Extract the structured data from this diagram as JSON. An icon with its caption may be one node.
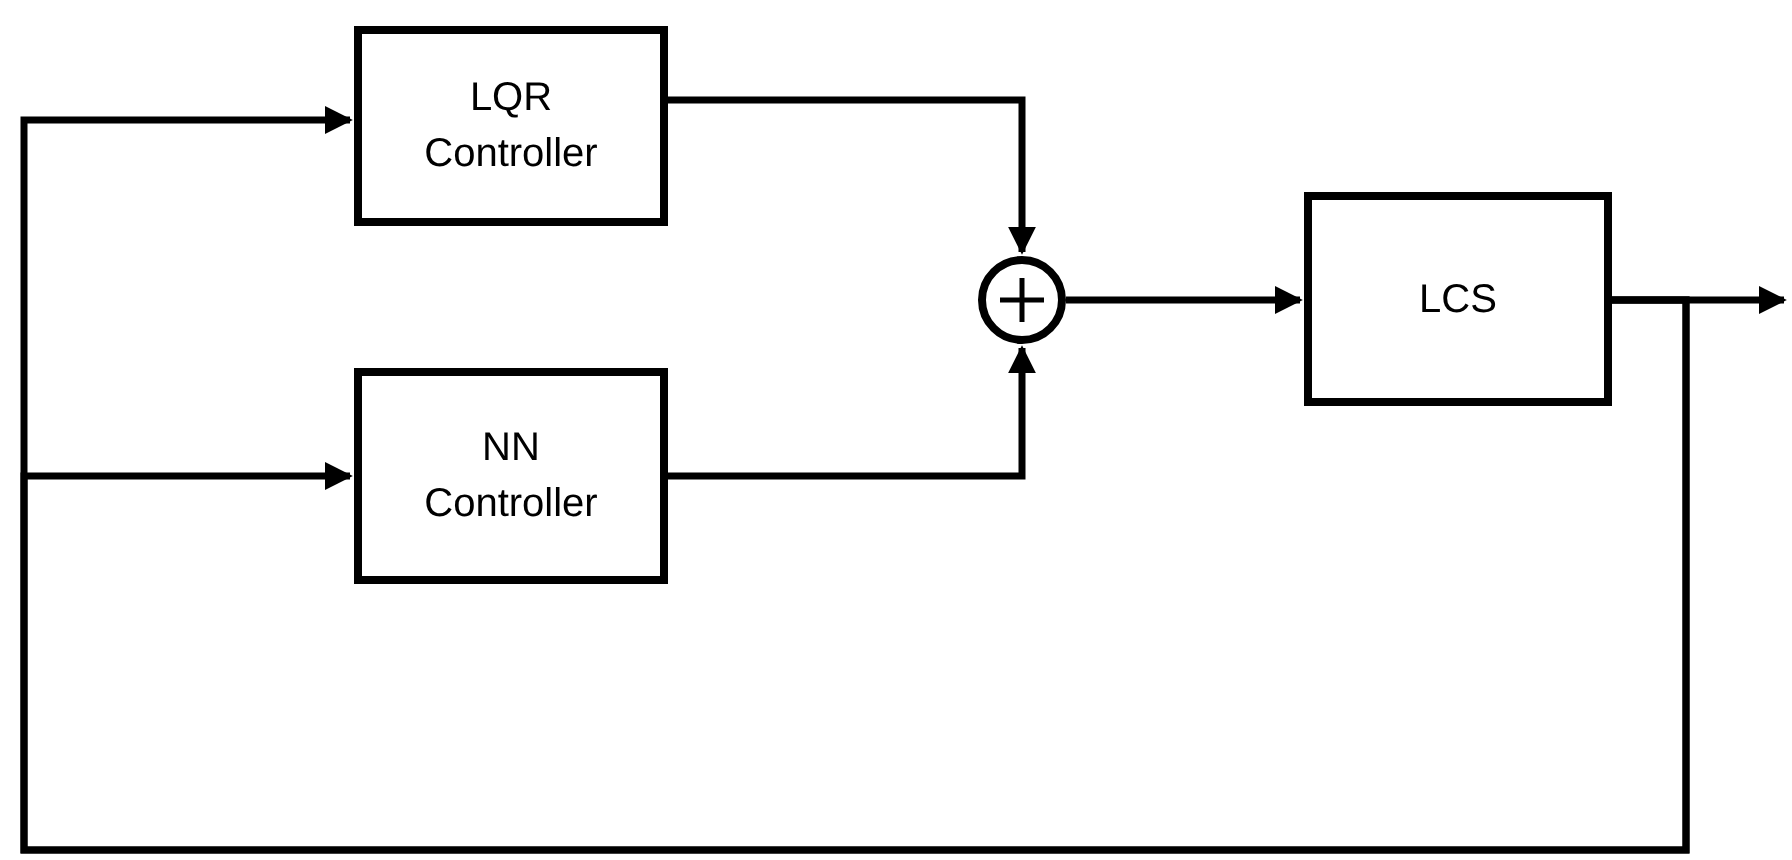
{
  "diagram": {
    "nodes": [
      {
        "text": [
          "LQR Controller"
        ]
      },
      {
        "text": [
          "NN Controller"
        ]
      },
      {
        "text": [],
        "shape": "circle"
      },
      {
        "text": [
          "LCS"
        ]
      }
    ],
    "edges": [
      {
        "from": 0,
        "to": 2,
        "arrow": "to"
      },
      {
        "from": 1,
        "to": 2,
        "arrow": "to"
      },
      {
        "from": 2,
        "to": 3,
        "arrow": "to"
      },
      {
        "from": 3,
        "to": null,
        "arrow": "to"
      },
      {
        "from": 3,
        "to": 0,
        "arrow": "to"
      },
      {
        "from": 3,
        "to": 1,
        "arrow": "to"
      }
    ]
  }
}
